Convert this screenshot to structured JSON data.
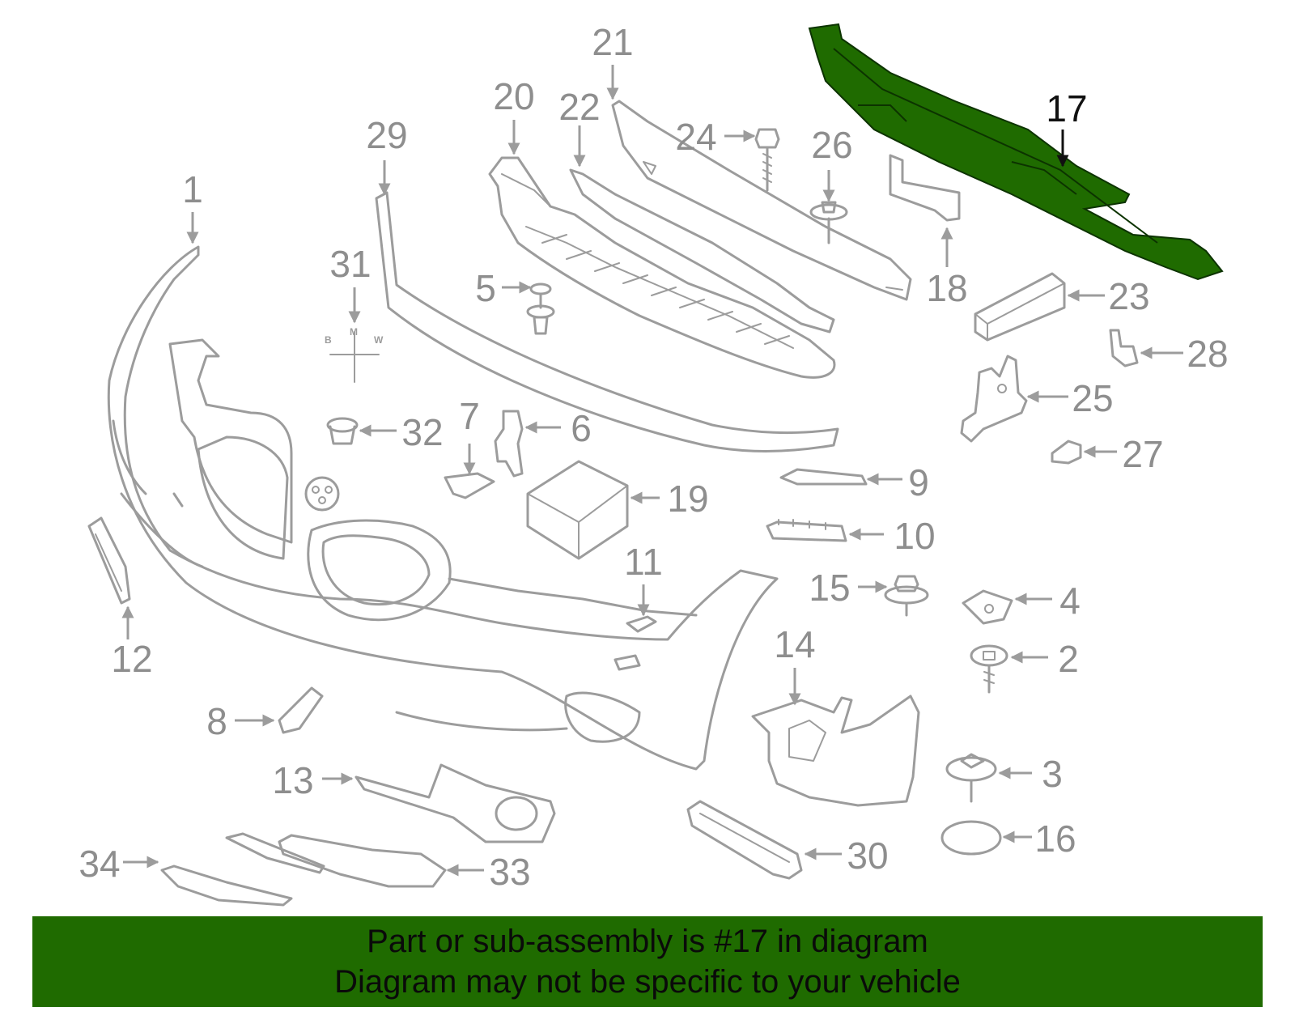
{
  "diagram": {
    "highlighted_part": "17",
    "highlight_color": "#1f6b00",
    "line_color": "#9c9c9c",
    "callouts": {
      "p1": "1",
      "p2": "2",
      "p3": "3",
      "p4": "4",
      "p5": "5",
      "p6": "6",
      "p7": "7",
      "p8": "8",
      "p9": "9",
      "p10": "10",
      "p11": "11",
      "p12": "12",
      "p13": "13",
      "p14": "14",
      "p15": "15",
      "p16": "16",
      "p17": "17",
      "p18": "18",
      "p19": "19",
      "p20": "20",
      "p21": "21",
      "p22": "22",
      "p23": "23",
      "p24": "24",
      "p25": "25",
      "p26": "26",
      "p27": "27",
      "p28": "28",
      "p29": "29",
      "p30": "30",
      "p31": "31",
      "p32": "32",
      "p33": "33",
      "p34": "34"
    },
    "emblem_letters": {
      "b": "B",
      "m": "M",
      "w": "W"
    }
  },
  "banner": {
    "line1": "Part or sub-assembly is #17 in diagram",
    "line2": "Diagram may not be specific to your vehicle",
    "background": "#1f6b00"
  }
}
